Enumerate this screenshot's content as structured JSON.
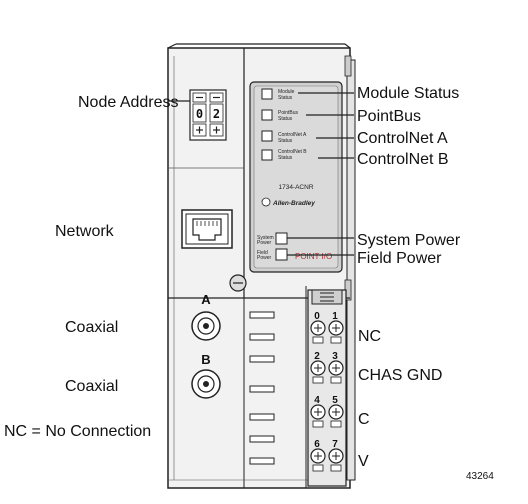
{
  "left_labels": {
    "node_address": "Node Address",
    "network": "Network",
    "coaxial_a": "Coaxial",
    "coaxial_b": "Coaxial",
    "nc_note": "NC = No Connection"
  },
  "node_switches": {
    "digit_1": "0",
    "digit_2": "2"
  },
  "status_panel": {
    "module_status": [
      "Module",
      "Status"
    ],
    "pointbus_status": [
      "PointBus",
      "Status"
    ],
    "controlnet_a_status": [
      "ControlNet A",
      "Status"
    ],
    "controlnet_b_status": [
      "ControlNet B",
      "Status"
    ],
    "catalog_number": "1734-ACNR",
    "brand": "Allen-Bradley",
    "system_power": [
      "System",
      "Power"
    ],
    "field_power": [
      "Field",
      "Power"
    ],
    "point_io": "POINT I/O"
  },
  "right_labels": {
    "module_status": "Module Status",
    "pointbus": "PointBus",
    "controlnet_a": "ControlNet A",
    "controlnet_b": "ControlNet B",
    "system_power": "System Power",
    "field_power": "Field Power",
    "nc": "NC",
    "chas_gnd": "CHAS GND",
    "c": "C",
    "v": "V"
  },
  "connector_letters": {
    "a": "A",
    "b": "B"
  },
  "terminal_numbers": [
    "0",
    "1",
    "2",
    "3",
    "4",
    "5",
    "6",
    "7"
  ],
  "figure_number": "43264"
}
